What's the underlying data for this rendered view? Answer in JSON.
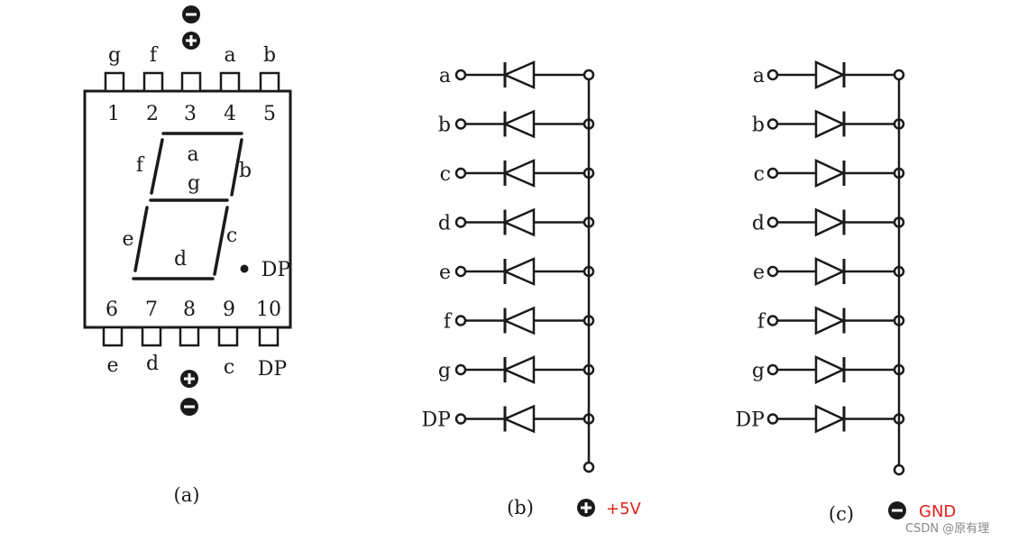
{
  "diagram_a": {
    "caption": "(a)",
    "top_pin_labels": [
      "g",
      "f",
      "",
      "a",
      "b"
    ],
    "top_pin_numbers": [
      "1",
      "2",
      "3",
      "4",
      "5"
    ],
    "bottom_pin_numbers": [
      "6",
      "7",
      "8",
      "9",
      "10"
    ],
    "bottom_pin_labels": [
      "e",
      "d",
      "",
      "c",
      "DP"
    ],
    "segment_labels": {
      "a": "a",
      "b": "b",
      "c": "c",
      "d": "d",
      "e": "e",
      "f": "f",
      "g": "g",
      "dp": "DP"
    }
  },
  "diagram_b": {
    "caption": "(b)",
    "rows": [
      "a",
      "b",
      "c",
      "d",
      "e",
      "f",
      "g",
      "DP"
    ],
    "supply_label": "+5V"
  },
  "diagram_c": {
    "caption": "(c)",
    "rows": [
      "a",
      "b",
      "c",
      "d",
      "e",
      "f",
      "g",
      "DP"
    ],
    "supply_label": "GND"
  },
  "colors": {
    "ink": "#1a1a1a",
    "supply_label": "#e0201b",
    "watermark": "#888888"
  },
  "watermark": "CSDN @原有理"
}
